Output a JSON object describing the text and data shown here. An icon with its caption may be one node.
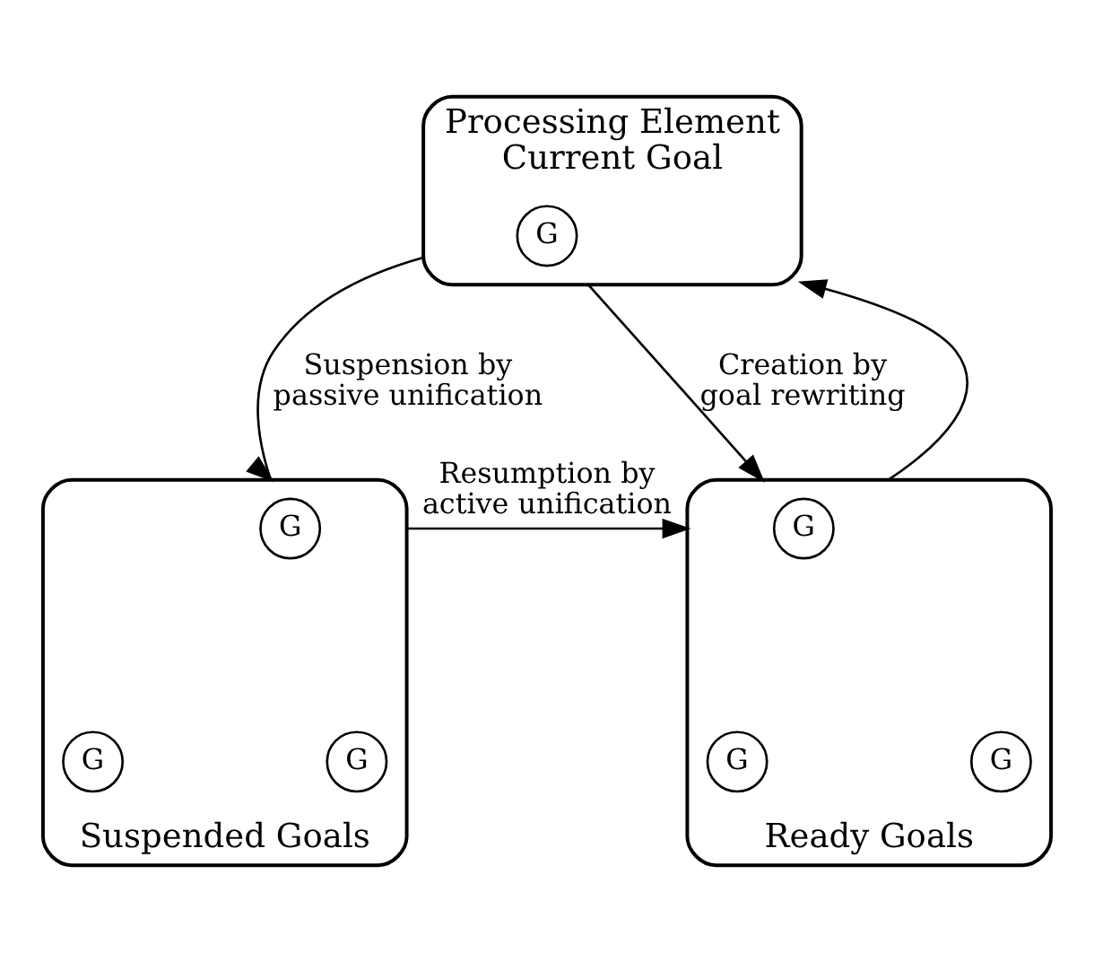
{
  "diagram": {
    "nodes": [
      {
        "text": [
          "Processing Element",
          "Current Goal"
        ]
      },
      {
        "text": [
          "G"
        ],
        "in": 0
      },
      {
        "text": [
          "Suspended Goals"
        ]
      },
      {
        "text": [
          "G"
        ],
        "in": 2
      },
      {
        "text": [
          "G"
        ],
        "in": 2
      },
      {
        "text": [
          "G"
        ],
        "in": 2
      },
      {
        "text": [
          "Ready Goals"
        ]
      },
      {
        "text": [
          "G"
        ],
        "in": 6
      },
      {
        "text": [
          "G"
        ],
        "in": 6
      },
      {
        "text": [
          "G"
        ],
        "in": 6
      }
    ],
    "edges": [
      {
        "from": 0,
        "to": 2,
        "arrow": "to",
        "label": "Suspension by passive unification"
      },
      {
        "from": 0,
        "to": 6,
        "arrow": "to",
        "label": "Creation by goal rewriting"
      },
      {
        "from": 2,
        "to": 6,
        "arrow": "to",
        "label": "Resumption by active unification"
      },
      {
        "from": 6,
        "to": 0,
        "arrow": "to"
      }
    ]
  }
}
